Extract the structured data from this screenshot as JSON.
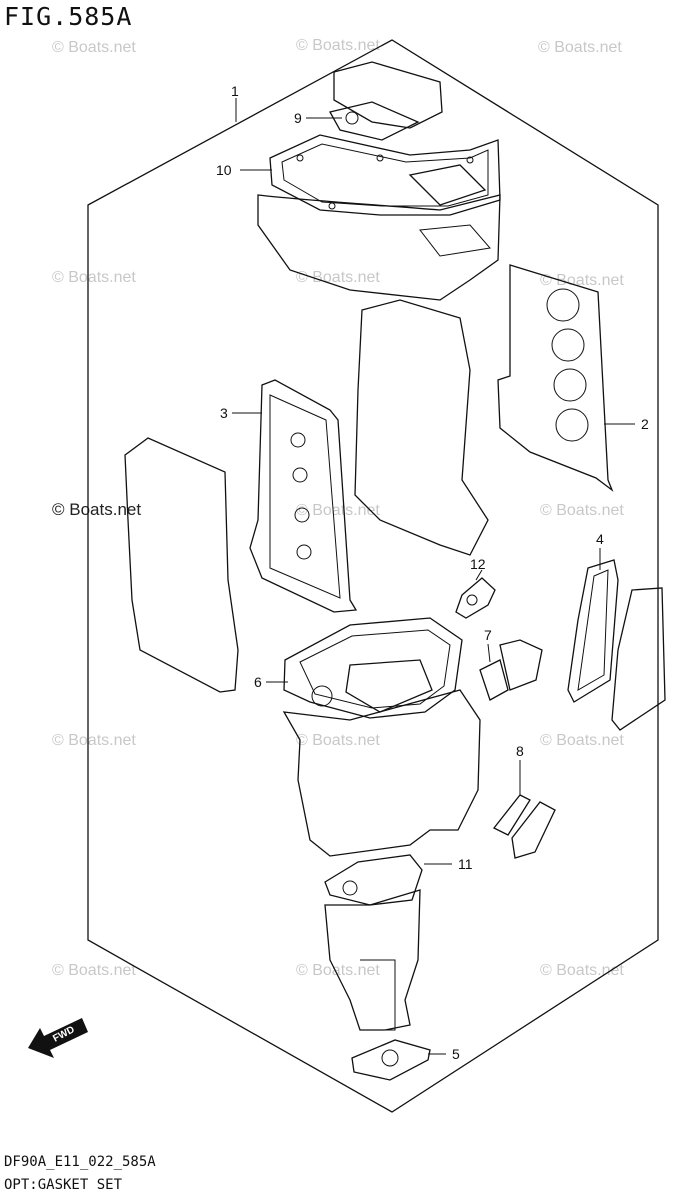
{
  "figure_title": "FIG.585A",
  "diagram_code": "DF90A_E11_022_585A",
  "caption": "OPT:GASKET SET",
  "watermark_text": "© Boats.net",
  "direction_arrow": "FWD",
  "callouts": [
    {
      "id": "c1",
      "label": "1"
    },
    {
      "id": "c2",
      "label": "2"
    },
    {
      "id": "c3",
      "label": "3"
    },
    {
      "id": "c4",
      "label": "4"
    },
    {
      "id": "c5",
      "label": "5"
    },
    {
      "id": "c6",
      "label": "6"
    },
    {
      "id": "c7",
      "label": "7"
    },
    {
      "id": "c8",
      "label": "8"
    },
    {
      "id": "c9",
      "label": "9"
    },
    {
      "id": "c10",
      "label": "10"
    },
    {
      "id": "c11",
      "label": "11"
    },
    {
      "id": "c12",
      "label": "12"
    }
  ]
}
